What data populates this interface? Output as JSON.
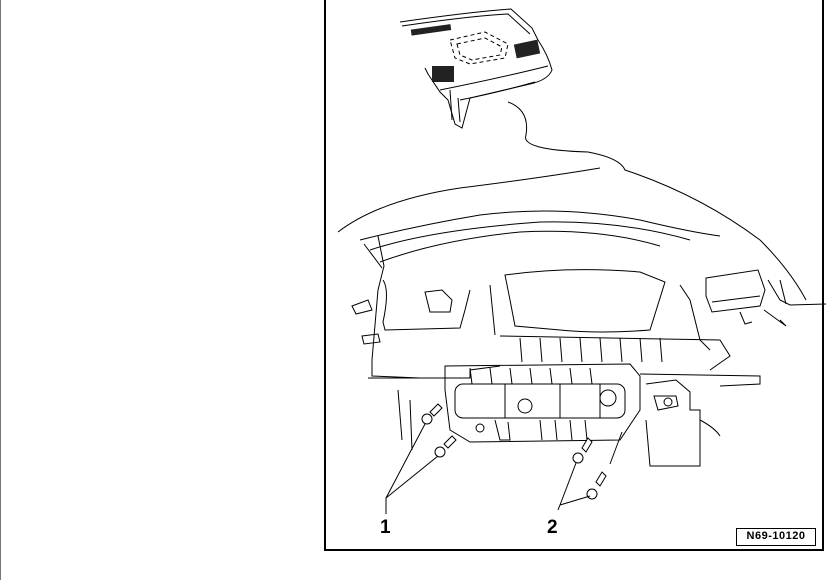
{
  "figure": {
    "id_label": "N69-10120",
    "callouts": [
      {
        "number": "1",
        "meaning_hidden": false
      },
      {
        "number": "2",
        "meaning_hidden": false
      }
    ]
  }
}
